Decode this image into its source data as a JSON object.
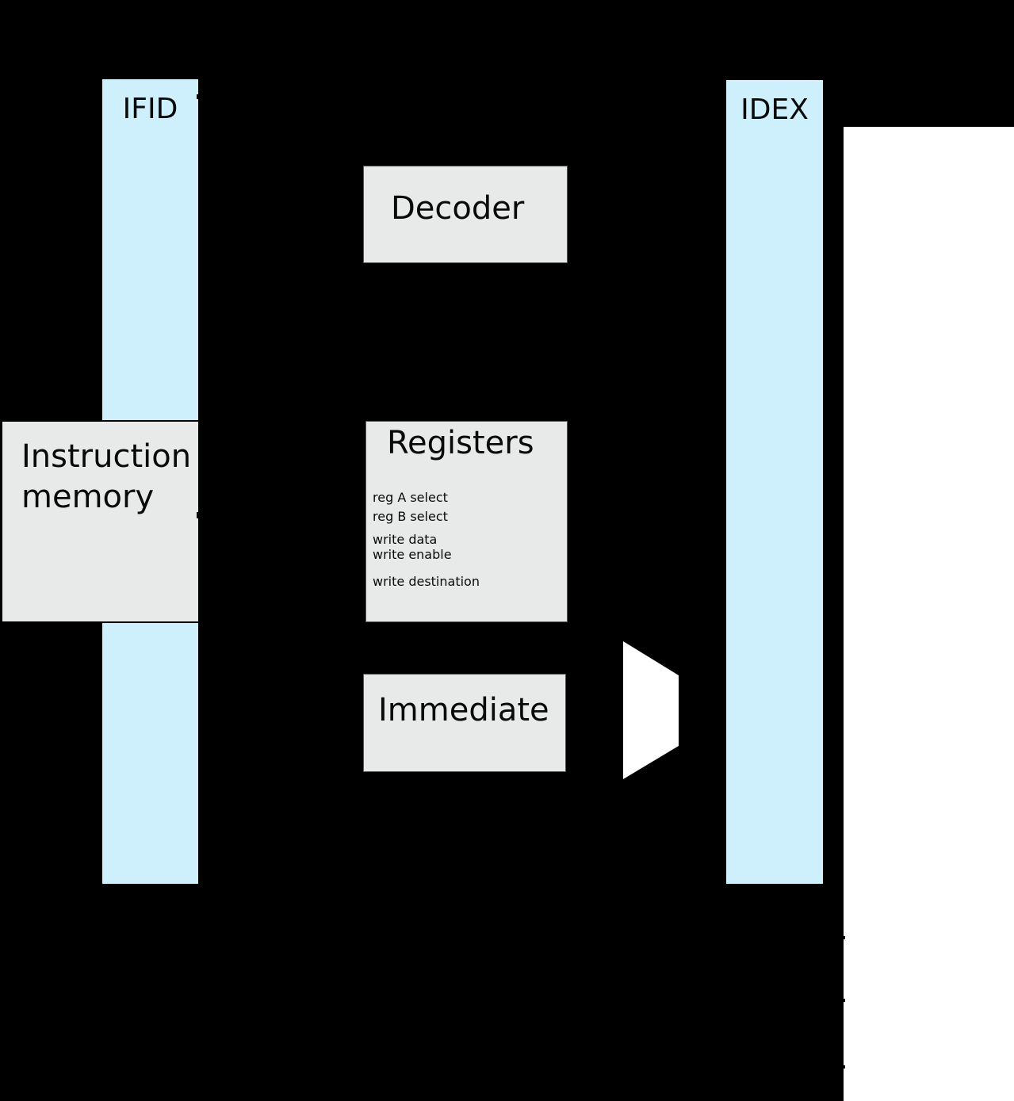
{
  "diagram": {
    "pipeline_registers": {
      "ifid": {
        "label": "IFID"
      },
      "idex": {
        "label": "IDEX"
      }
    },
    "blocks": {
      "decoder": {
        "label": "Decoder"
      },
      "instruction_memory": {
        "lines": [
          "Instruction",
          "memory"
        ]
      },
      "registers": {
        "title": "Registers",
        "ports": [
          "reg A select",
          "reg B select",
          "write data",
          "write enable",
          "write destination"
        ]
      },
      "immediate": {
        "label": "Immediate"
      }
    },
    "colors": {
      "background": "#000000",
      "register_fill": "#cdf0fc",
      "block_fill": "#e8e9e9",
      "panel_fill": "#ffffff"
    }
  }
}
